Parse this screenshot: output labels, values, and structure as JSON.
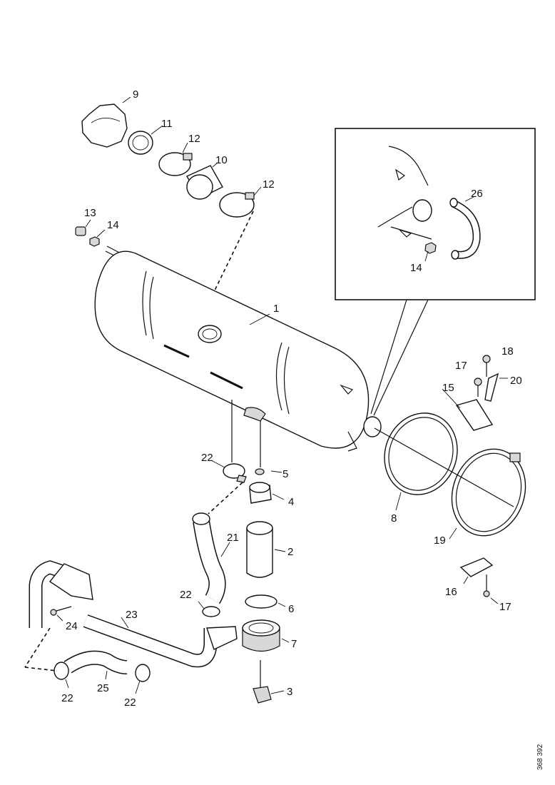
{
  "diagram": {
    "labels": {
      "p1": "1",
      "p2": "2",
      "p3": "3",
      "p4": "4",
      "p5": "5",
      "p6": "6",
      "p7": "7",
      "p8": "8",
      "p9": "9",
      "p10": "10",
      "p11": "11",
      "p12a": "12",
      "p12b": "12",
      "p13": "13",
      "p14a": "14",
      "p14b": "14",
      "p15": "15",
      "p16": "16",
      "p17a": "17",
      "p17b": "17",
      "p18": "18",
      "p19": "19",
      "p20": "20",
      "p21": "21",
      "p22a": "22",
      "p22b": "22",
      "p22c": "22",
      "p22d": "22",
      "p23": "23",
      "p24": "24",
      "p25": "25",
      "p26": "26"
    },
    "reference_code": "368 392"
  }
}
